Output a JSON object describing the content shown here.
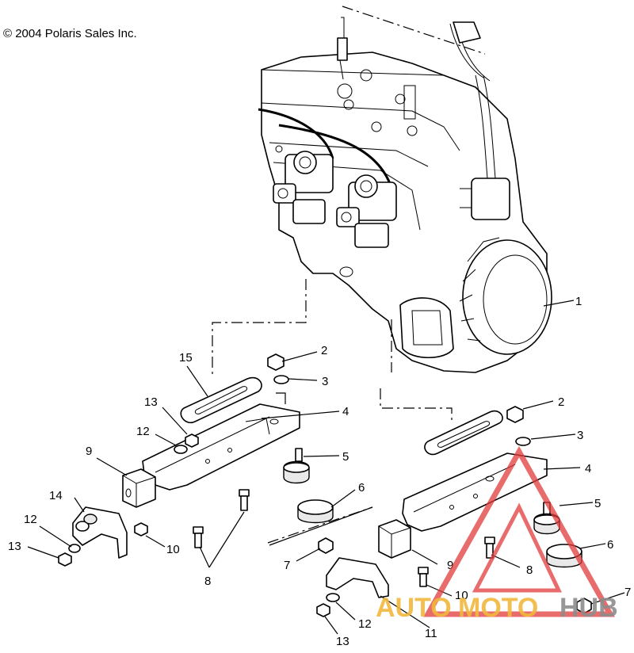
{
  "copyright": "© 2004 Polaris Sales Inc.",
  "callouts": {
    "c1": "1",
    "c2a": "2",
    "c2b": "2",
    "c3a": "3",
    "c3b": "3",
    "c4a": "4",
    "c4b": "4",
    "c5a": "5",
    "c5b": "5",
    "c6a": "6",
    "c6b": "6",
    "c7a": "7",
    "c7b": "7",
    "c8a": "8",
    "c8b": "8",
    "c9a": "9",
    "c9b": "9",
    "c10a": "10",
    "c10b": "10",
    "c11": "11",
    "c12a": "12",
    "c12b": "12",
    "c12c": "12",
    "c13a": "13",
    "c13b": "13",
    "c13c": "13",
    "c14": "14",
    "c15": "15"
  },
  "watermark": {
    "auto": "AUTO",
    "moto": "MOTO",
    "hub": "HUB",
    "colors": {
      "triangle": "#e23b3b",
      "auto": "#f1b83c",
      "hub": "#8d8d8d"
    }
  }
}
